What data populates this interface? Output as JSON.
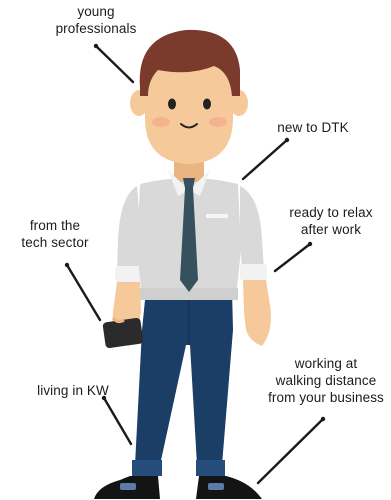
{
  "labels": {
    "young_professionals": [
      "young",
      "professionals"
    ],
    "new_to_dtk": [
      "new to DTK"
    ],
    "from_tech_sector": [
      "from the",
      "tech sector"
    ],
    "ready_to_relax": [
      "ready to relax",
      "after work"
    ],
    "living_in_kw": [
      "living in KW"
    ],
    "walking_distance": [
      "working at",
      "walking distance",
      "from your business"
    ]
  },
  "colors": {
    "hair": "#7a3b2c",
    "skin": "#f6c99a",
    "shirt": "#d9d9d9",
    "tie": "#37505e",
    "pants": "#1b3e66",
    "shoes": "#141414",
    "phone": "#2b2b2b",
    "line": "#1a1a1a"
  }
}
